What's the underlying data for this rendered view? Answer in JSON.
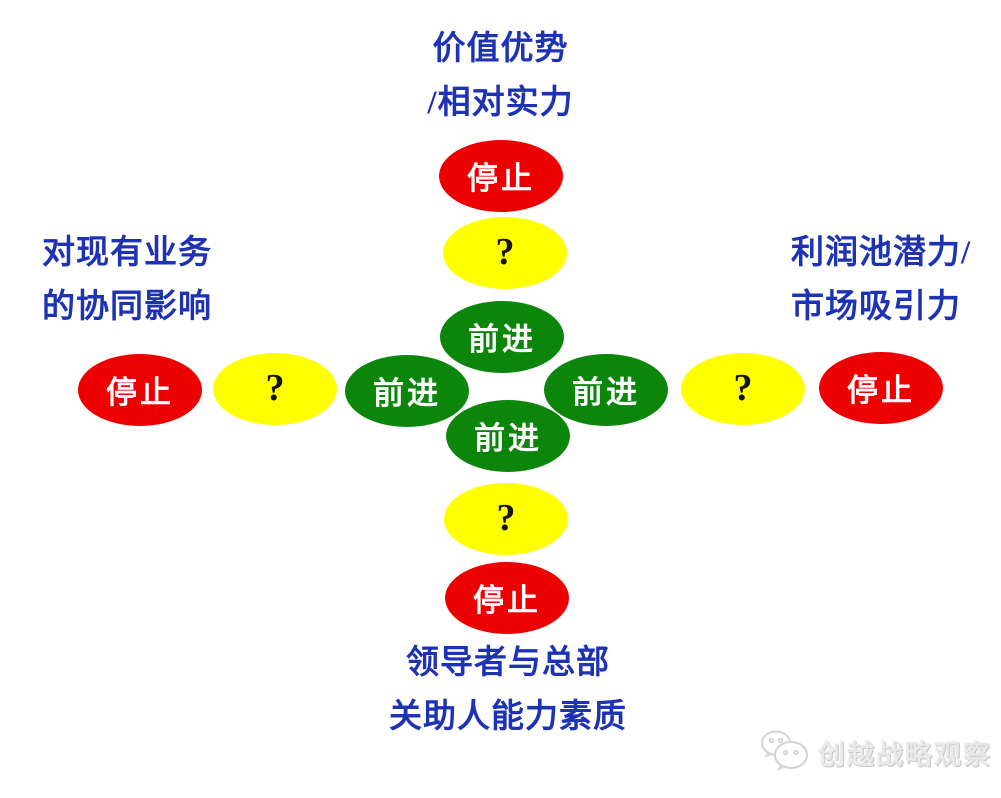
{
  "colors": {
    "stop": "#ee0000",
    "question": "#ffff00",
    "go": "#0b860b",
    "label_text": "#1e32b4",
    "stop_go_text": "#ffffff",
    "question_text": "#141414",
    "watermark_text": "#e9e9e9"
  },
  "labels": {
    "top": {
      "line1": "价值优势",
      "line2": "/相对实力"
    },
    "left": {
      "line1": "对现有业务",
      "line2": "的协同影响"
    },
    "right": {
      "line1": "利润池潜力/",
      "line2": "市场吸引力"
    },
    "bottom": {
      "line1": "领导者与总部",
      "line2": "关助人能力素质"
    }
  },
  "ellipses": [
    {
      "id": "top-stop",
      "type": "stop",
      "label": "停止"
    },
    {
      "id": "top-question",
      "type": "question",
      "label": "?"
    },
    {
      "id": "top-go",
      "type": "go",
      "label": "前进"
    },
    {
      "id": "left-stop",
      "type": "stop",
      "label": "停止"
    },
    {
      "id": "left-question",
      "type": "question",
      "label": "?"
    },
    {
      "id": "left-go",
      "type": "go",
      "label": "前进"
    },
    {
      "id": "right-go",
      "type": "go",
      "label": "前进"
    },
    {
      "id": "right-question",
      "type": "question",
      "label": "?"
    },
    {
      "id": "right-stop",
      "type": "stop",
      "label": "停止"
    },
    {
      "id": "bottom-go",
      "type": "go",
      "label": "前进"
    },
    {
      "id": "bottom-question",
      "type": "question",
      "label": "?"
    },
    {
      "id": "bottom-stop",
      "type": "stop",
      "label": "停止"
    }
  ],
  "watermark": {
    "icon": "wechat-icon",
    "text": "创越战略观察"
  }
}
